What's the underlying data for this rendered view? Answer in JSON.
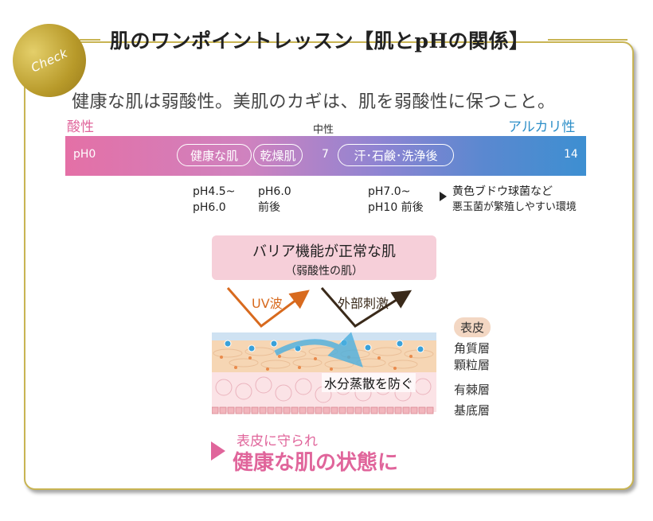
{
  "badge": {
    "label": "Check"
  },
  "title": "肌のワンポイントレッスン【肌とpHの関係】",
  "subtitle": "健康な肌は弱酸性。美肌のカギは、肌を弱酸性に保つこと。",
  "scale": {
    "acid_label": "酸性",
    "neutral_label": "中性",
    "alkaline_label": "アルカリ性",
    "ph0": "pH0",
    "seven": "7",
    "fourteen": "14",
    "healthy_skin": "健康な肌",
    "dry_skin": "乾燥肌",
    "sweat_soap": "汗･石鹸･洗浄後"
  },
  "notes": {
    "healthy_range_1": "pH4.5~",
    "healthy_range_2": "pH6.0",
    "dry_range_1": "pH6.0",
    "dry_range_2": "前後",
    "sweat_range_1": "pH7.0~",
    "sweat_range_2": "pH10 前後",
    "bacteria_1": "黄色ブドウ球菌など",
    "bacteria_2": "悪玉菌が繁殖しやすい環境"
  },
  "diagram": {
    "box_heading": "バリア機能が正常な肌",
    "box_sub": "（弱酸性の肌）",
    "uv": "UV波",
    "external": "外部刺激",
    "moisture": "水分蒸散を防ぐ"
  },
  "layers": {
    "epidermis": "表皮",
    "stratum_corneum": "角質層",
    "stratum_granulosum": "顆粒層",
    "stratum_spinosum": "有棘層",
    "stratum_basale": "基底層"
  },
  "conclusion": {
    "small": "表皮に守られ",
    "big": "健康な肌の状態に"
  },
  "colors": {
    "gold": "#c8b453",
    "pink": "#e0659b",
    "blue": "#2e8fc8",
    "uv_orange": "#d86a1e"
  }
}
